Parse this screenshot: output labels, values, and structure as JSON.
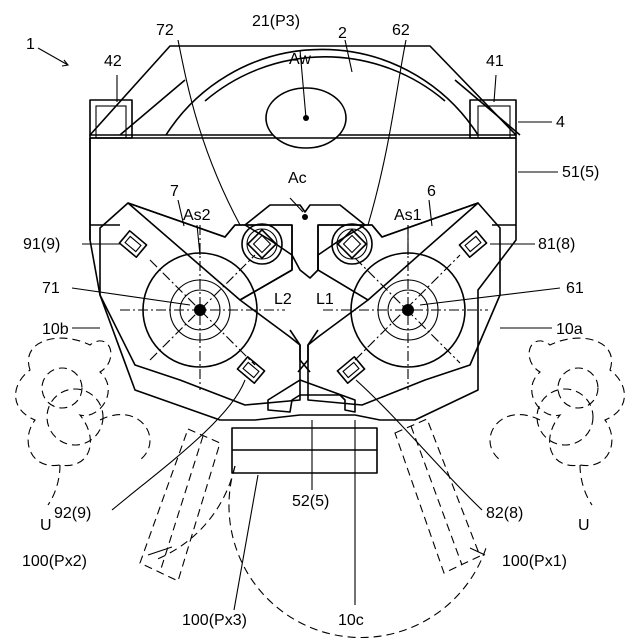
{
  "labels": {
    "l1": "1",
    "l2": "2",
    "l21": "21(P3)",
    "l72": "72",
    "l62": "62",
    "l42": "42",
    "l41": "41",
    "l4": "4",
    "aw": "Aw",
    "ac": "Ac",
    "l515": "51(5)",
    "l7": "7",
    "l6": "6",
    "as2": "As2",
    "as1": "As1",
    "l919": "91(9)",
    "l818": "81(8)",
    "l71": "71",
    "l61": "61",
    "l10b": "10b",
    "l10a": "10a",
    "ll2": "L2",
    "ll1": "L1",
    "l929": "92(9)",
    "l828": "82(8)",
    "l525": "52(5)",
    "u1": "U",
    "u2": "U",
    "px2": "100(Px2)",
    "px1": "100(Px1)",
    "px3": "100(Px3)",
    "l10c": "10c"
  }
}
